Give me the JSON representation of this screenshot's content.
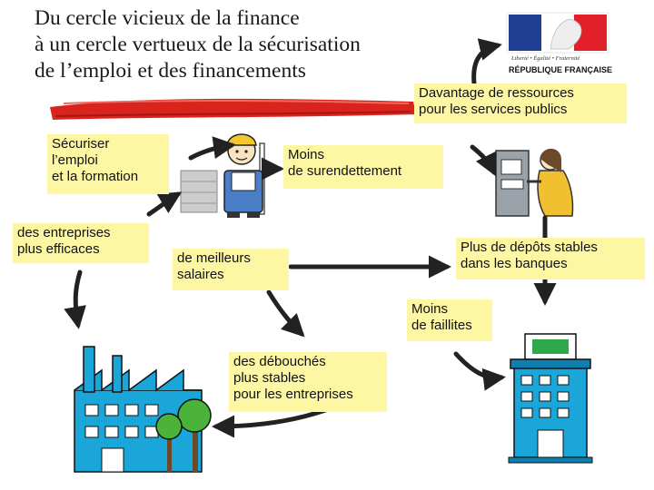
{
  "title": "Du cercle vicieux de la finance\nà un cercle vertueux de la sécurisation\nde l’emploi et des financements",
  "logo": {
    "motto": "Liberté • Égalité • Fraternité",
    "name": "RÉPUBLIQUE FRANÇAISE"
  },
  "boxes": {
    "ressources": "Davantage de ressources\npour les services publics",
    "securiser": "Sécuriser\nl’emploi\net la formation",
    "surendettement": "Moins\nde surendettement",
    "entreprises": "des entreprises\nplus efficaces",
    "salaires": "de meilleurs\nsalaires",
    "depots": "Plus de dépôts stables\ndans les banques",
    "faillites": "Moins\nde faillites",
    "debouches": "des débouchés\nplus stables\npour les entreprises"
  },
  "colors": {
    "box_fill": "#fdf6a3",
    "arrow": "#222222",
    "brush_red": "#d9231d",
    "flag_blue": "#1f3f93",
    "flag_red": "#e2202a",
    "factory_blue": "#1aa6d8",
    "tree_green": "#4cb33a",
    "bank_green": "#2ea84a"
  },
  "icons": [
    "worker-icon",
    "atm-woman-icon",
    "factory-icon",
    "bank-icon",
    "marianne-logo-icon",
    "red-brush-stroke"
  ]
}
